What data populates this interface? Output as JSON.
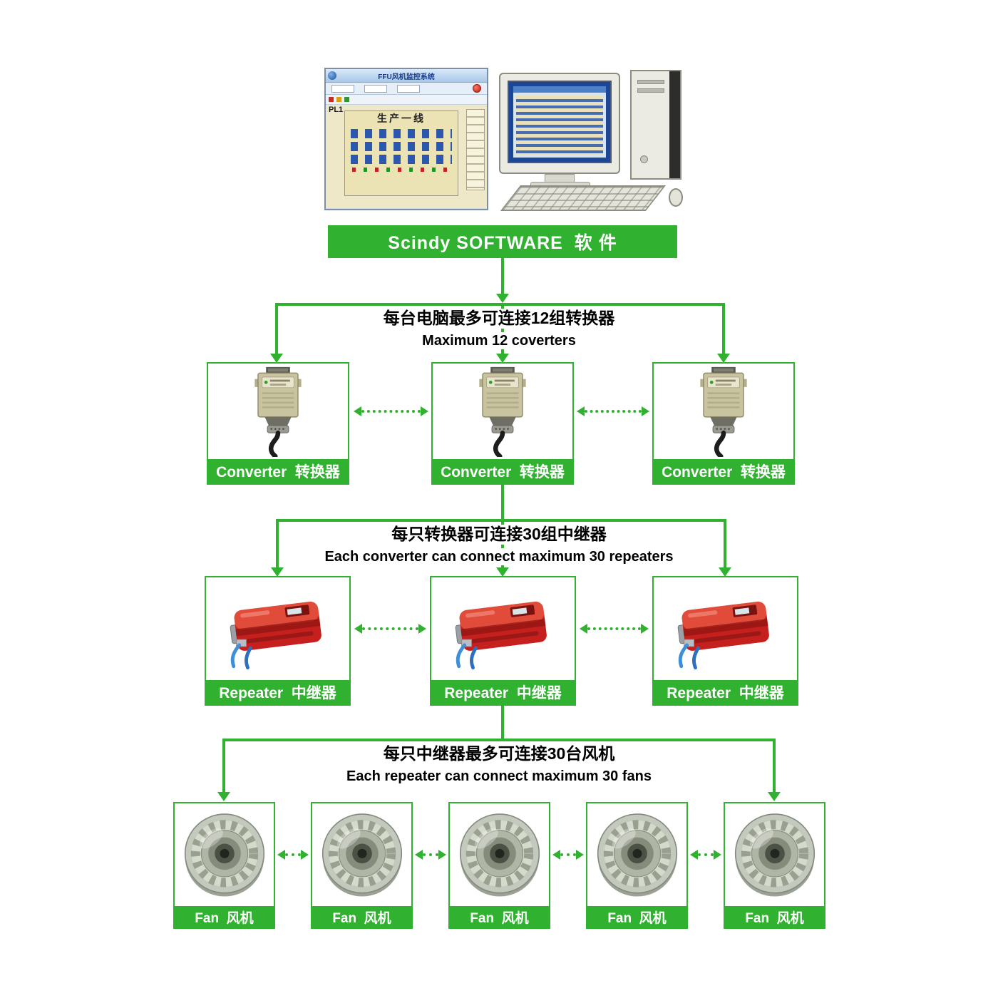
{
  "colors": {
    "green": "#30b130"
  },
  "banner": {
    "label": "Scindy SOFTWARE  软 件"
  },
  "screenshot": {
    "window_title": "FFU风机监控系统",
    "area_code": "PL1",
    "panel_title": "生产一线"
  },
  "levels": {
    "converters": {
      "heading_cn": "每台电脑最多可连接12组转换器",
      "heading_en": "Maximum 12 coverters",
      "label": "Converter  转换器"
    },
    "repeaters": {
      "heading_cn": "每只转换器可连接30组中继器",
      "heading_en": "Each converter can connect maximum 30 repeaters",
      "label": "Repeater  中继器"
    },
    "fans": {
      "heading_cn": "每只中继器最多可连接30台风机",
      "heading_en": "Each repeater can connect maximum 30 fans",
      "label": "Fan  风机"
    }
  }
}
